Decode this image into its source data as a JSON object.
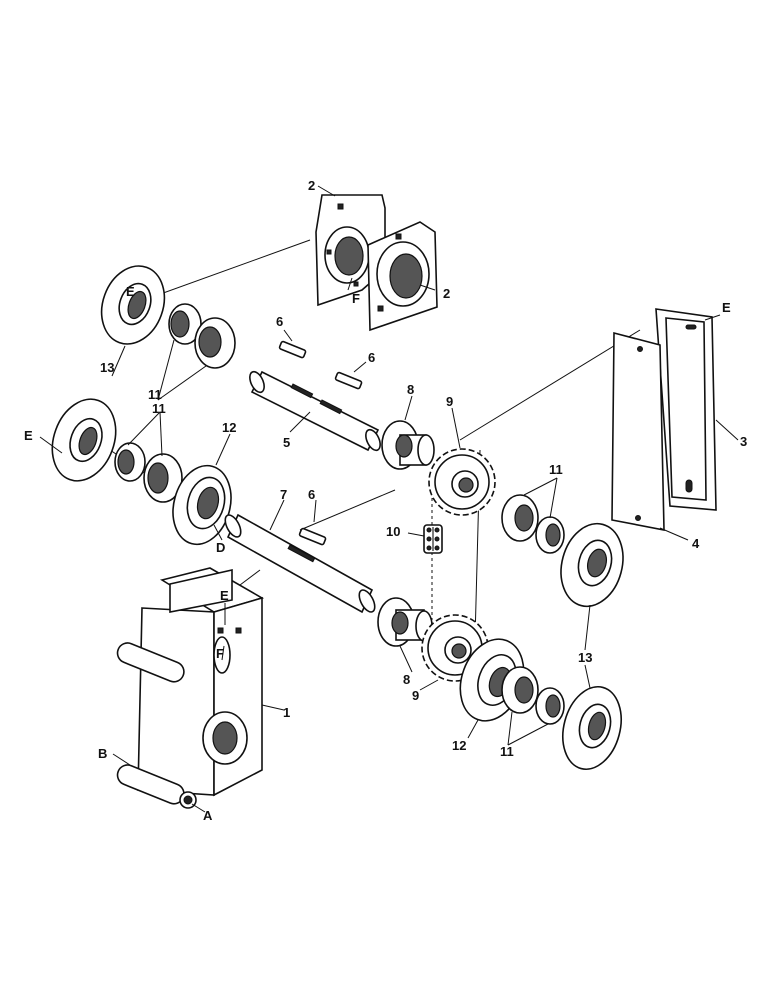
{
  "labels": {
    "p1": "1",
    "p2a": "2",
    "p2b": "2",
    "p3": "3",
    "p4": "4",
    "p5": "5",
    "p6a": "6",
    "p6b": "6",
    "p6c": "6",
    "p7": "7",
    "p8a": "8",
    "p8b": "8",
    "p9a": "9",
    "p9b": "9",
    "p10": "10",
    "p11a": "11",
    "p11b": "11",
    "p11c": "11",
    "p11d": "11",
    "p12a": "12",
    "p12b": "12",
    "p13a": "13",
    "p13b": "13",
    "A": "A",
    "B": "B",
    "D": "D",
    "E1": "E",
    "E2": "E",
    "E3": "E",
    "E4": "E",
    "F1": "F",
    "F2": "F"
  }
}
